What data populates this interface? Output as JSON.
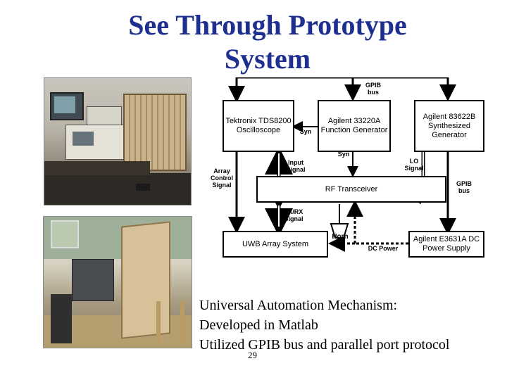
{
  "slide": {
    "title_line1": "See Through Prototype",
    "title_line2": "System",
    "page_number": "29",
    "bullets": [
      "Universal Automation Mechanism:",
      "Developed in Matlab",
      "Utilized GPIB bus and parallel port protocol"
    ]
  },
  "diagram": {
    "blocks": {
      "oscilloscope": "Tektronix TDS8200 Oscilloscope",
      "function_generator": "Agilent 33220A Function Generator",
      "synth_generator": "Agilent 83622B Synthesized Generator",
      "rf_transceiver": "RF Transceiver",
      "uwb_array": "UWB Array System",
      "dc_supply": "Agilent E3631A DC Power Supply"
    },
    "labels": {
      "gpib_bus_top": "GPIB bus",
      "gpib_bus_right": "GPIB bus",
      "syn_horizontal": "Syn",
      "syn_vertical": "Syn",
      "input_signal": "Input Signal",
      "lo_signal": "LO Signal",
      "array_control_signal": "Array Control Signal",
      "txrx_signal": "TX/RX Signal",
      "horn": "Horn",
      "dc_power": "DC Power"
    }
  },
  "colors": {
    "title": "#1f2f8f",
    "text": "#000000",
    "background": "#ffffff"
  }
}
